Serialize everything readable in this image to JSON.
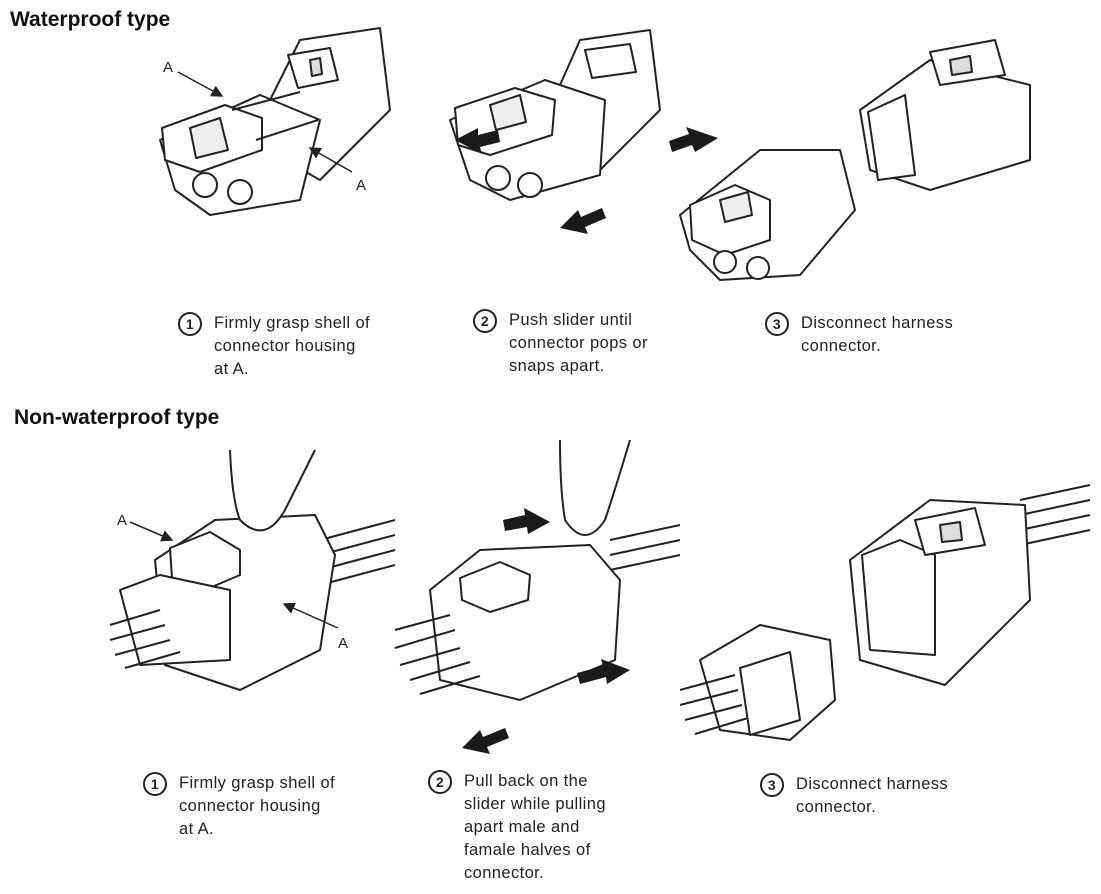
{
  "waterproof": {
    "heading": "Waterproof type",
    "callout_label": "A",
    "steps": [
      {
        "num": "1",
        "lines": [
          "Firmly grasp shell of",
          "connector housing",
          "at A."
        ]
      },
      {
        "num": "2",
        "lines": [
          "Push slider until",
          "connector pops or",
          "snaps apart."
        ]
      },
      {
        "num": "3",
        "lines": [
          "Disconnect harness",
          "connector."
        ]
      }
    ]
  },
  "non_waterproof": {
    "heading": "Non-waterproof type",
    "callout_label": "A",
    "steps": [
      {
        "num": "1",
        "lines": [
          "Firmly grasp shell of",
          "connector housing",
          "at A."
        ]
      },
      {
        "num": "2",
        "lines": [
          "Pull back on the",
          "slider while pulling",
          "apart male and",
          "famale halves of",
          "connector."
        ]
      },
      {
        "num": "3",
        "lines": [
          "Disconnect harness",
          "connector."
        ]
      }
    ]
  }
}
